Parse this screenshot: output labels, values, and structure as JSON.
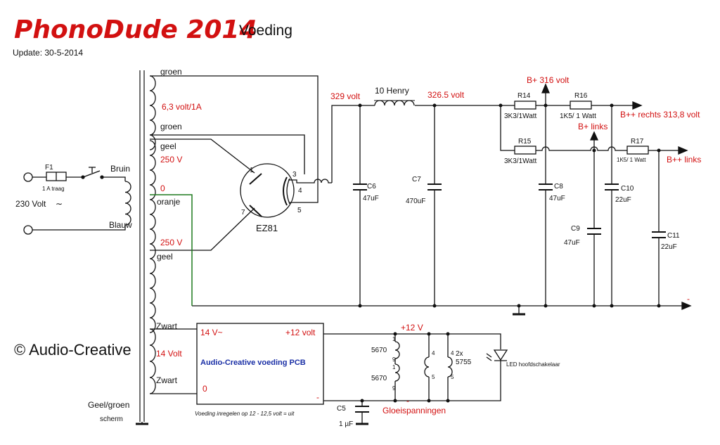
{
  "header": {
    "title": "PhonoDude 2014",
    "subtitle": "Voeding",
    "update": "Update: 30-5-2014",
    "copyright": "© Audio-Creative"
  },
  "colors": {
    "accent": "#d21010",
    "wire": "#111111",
    "ground_wire": "#1e7a1e",
    "pcb_text": "#1a2fa6"
  },
  "labels": {
    "transformer": {
      "groen_1": "groen",
      "v63": "6,3 volt/1A",
      "groen_2": "groen",
      "geel_1": "geel",
      "v250_1": "250  V",
      "zero_1": "0",
      "oranje": "oranje",
      "v250_2": "250 V",
      "geel_2": "geel",
      "zwart_1": "Zwart",
      "v14": "14 Volt",
      "zwart_2": "Zwart",
      "geel_groen": "Geel/groen",
      "scherm": "scherm"
    },
    "mains": {
      "f1": "F1",
      "fuse": "1 A traag",
      "bruin": "Bruin",
      "v230": "230 Volt",
      "blauw": "Blauw"
    },
    "tube": {
      "name": "EZ81",
      "pin1": "1",
      "pin3": "3",
      "pin4": "4",
      "pin5": "5",
      "pin7": "7"
    },
    "hv": {
      "v329": "329 volt",
      "choke": "10  Henry",
      "v326": "326.5 volt",
      "bplus316": "B+ 316 volt",
      "r14": "R14",
      "r14_val": "3K3/1Watt",
      "r16": "R16",
      "r16_val": "1K5/ 1 Watt",
      "bpp_rechts": "B++ rechts 313,8 volt",
      "bplus_links": "B+ links",
      "r15": "R15",
      "r15_val": "3K3/1Watt",
      "r17": "R17",
      "r17_val": "1K5/ 1 Watt",
      "bpp_links": "B++ links",
      "c6": "C6",
      "c6_val": "47uF",
      "c7": "C7",
      "c7_val": "470uF",
      "c8": "C8",
      "c8_val": "47uF",
      "c9": "C9",
      "c9_val": "47uF",
      "c10": "C10",
      "c10_val": "22uF",
      "c11": "C11",
      "c11_val": "22uF",
      "minus": "-"
    },
    "lv": {
      "pcb_title": "Audio-Creative voeding PCB",
      "in14": "14 V~",
      "plus12": "+12 volt",
      "zero": "0",
      "minus": "-",
      "note": "Voeding inregelen op 12 - 12,5 volt = uit",
      "bus12": "+12 V",
      "tube5670_a": "5670",
      "tube5670_b": "5670",
      "p1a": "1",
      "p9a": "9",
      "p1b": "1",
      "p9b": "9",
      "p4a": "4",
      "p5a": "5",
      "p4b": "4",
      "p5b": "5",
      "tube5755": "2x\n5755",
      "led": "LED hoofdschakelaar",
      "c5": "C5",
      "c5_val": "1 µF",
      "gloei": "Gloeispanningen",
      "gloei_minus": "-"
    }
  }
}
